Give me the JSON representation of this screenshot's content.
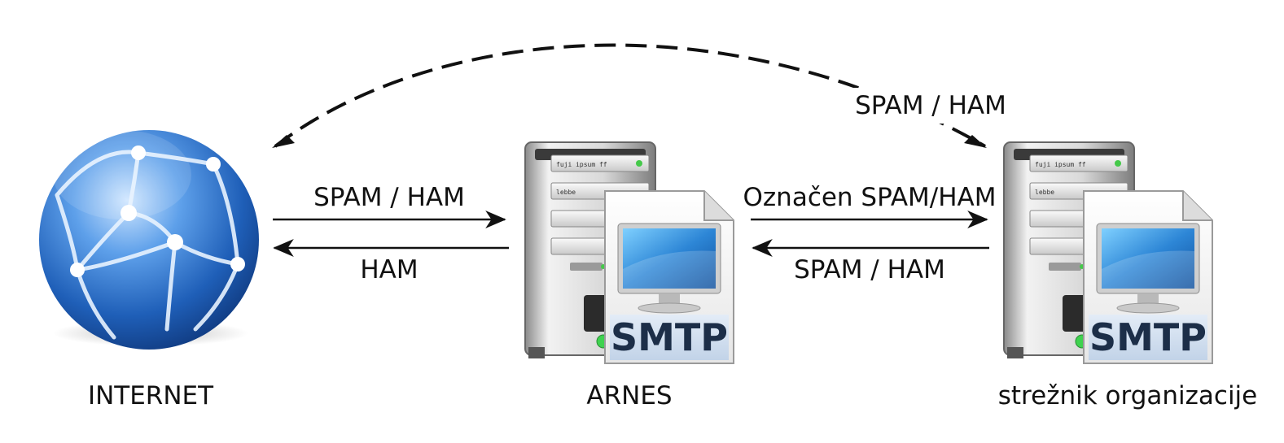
{
  "nodes": {
    "internet": {
      "label": "INTERNET",
      "icon": "globe-icon"
    },
    "arnes": {
      "label": "ARNES",
      "icon": "server-icon",
      "badge": "SMTP"
    },
    "organization": {
      "label": "strežnik organizacije",
      "icon": "server-icon",
      "badge": "SMTP"
    }
  },
  "edges": {
    "internet_to_arnes": "SPAM / HAM",
    "arnes_to_internet": "HAM",
    "arnes_to_org": "Označen SPAM/HAM",
    "org_to_arnes": "SPAM / HAM",
    "internet_org_dashed": "SPAM / HAM"
  },
  "colors": {
    "globe": "#2f6fc4",
    "arrow": "#111111",
    "smtp_text": "#1c2e48"
  }
}
